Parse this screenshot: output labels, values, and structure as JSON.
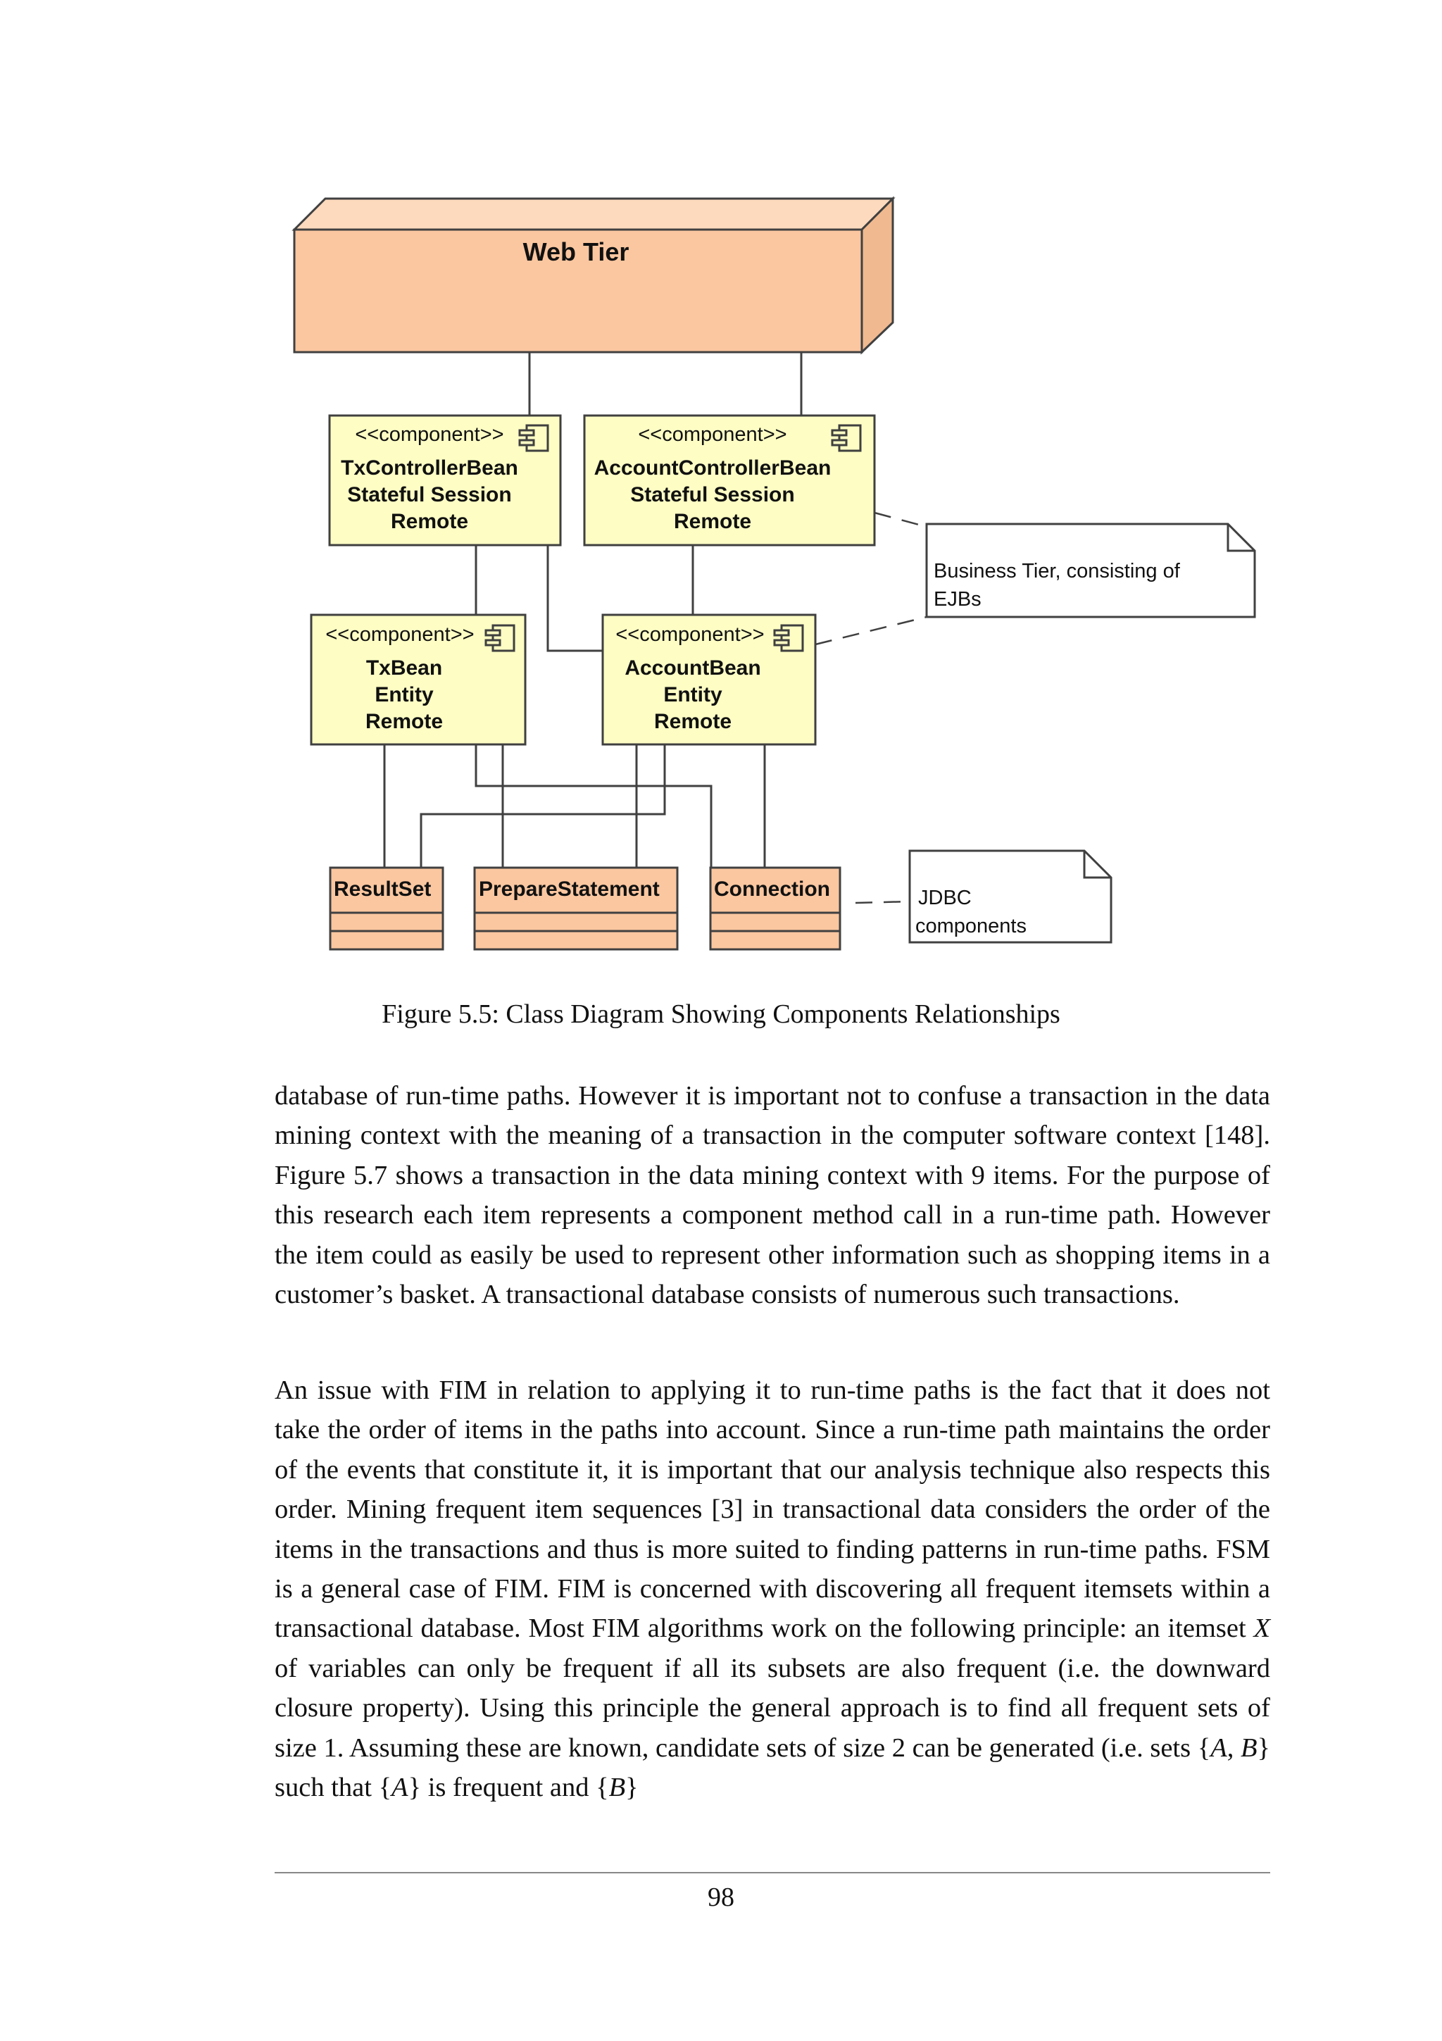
{
  "figure": {
    "web_tier": "Web Tier",
    "stereotype": "<<component>>",
    "components": {
      "tx_controller": [
        "TxControllerBean",
        "Stateful Session",
        "Remote"
      ],
      "account_controller": [
        "AccountControllerBean",
        "Stateful Session",
        "Remote"
      ],
      "tx_bean": [
        "TxBean",
        "Entity",
        "Remote"
      ],
      "account_bean": [
        "AccountBean",
        "Entity",
        "Remote"
      ]
    },
    "classes": {
      "result_set": "ResultSet",
      "prepare_statement": "PrepareStatement",
      "connection": "Connection"
    },
    "notes": {
      "business_tier": [
        "Business Tier, consisting of",
        "EJBs"
      ],
      "jdbc": [
        "JDBC",
        "components"
      ]
    },
    "colors": {
      "web_tier_fill": "#fbc7a0",
      "component_fill": "#fdfdc4",
      "class_fill": "#fbc7a0",
      "stroke": "#404040"
    },
    "caption": "Figure 5.5: Class Diagram Showing Components Relationships"
  },
  "body": {
    "para1": "database of run-time paths. However it is important not to confuse a transaction in the data mining context with the meaning of a transaction in the computer software context [148]. Figure 5.7 shows a transaction in the data mining context with 9 items. For the purpose of this research each item represents a component method call in a run-time path. However the item could as easily be used to represent other informa­tion such as shopping items in a customer’s basket. A transactional database consists of numerous such transactions.",
    "para2": {
      "part1": "An issue with FIM in relation to applying it to run-time paths is the fact that it does not take the order of items in the paths into account. Since a run-time path maintains the order of the events that constitute it, it is important that our analysis technique also respects this order. Mining frequent item sequences [3] in transactional data considers the order of the items in the transactions and thus is more suited to finding patterns in run-time paths. FSM is a general case of FIM. FIM is concerned with discovering all frequent itemsets within a transactional database. Most FIM algorithms work on the following principle: an itemset ",
      "var_x": "X",
      "part2": " of variables can only be frequent if all its subsets are also frequent (i.e. the downward closure property). Using this principle the general approach is to find all frequent sets of size 1. Assuming these are known, candidate sets of size 2 can be generated (i.e. sets ",
      "set_ab_open": "{",
      "var_a1": "A",
      "comma": ", ",
      "var_b1": "B",
      "set_ab_close": "}",
      "part3": " such that ",
      "set_a_open": "{",
      "var_a2": "A",
      "set_a_close": "}",
      "part4": " is frequent and ",
      "set_b_open": "{",
      "var_b2": "B",
      "set_b_close": "}"
    }
  },
  "footer": {
    "page_number": "98"
  }
}
